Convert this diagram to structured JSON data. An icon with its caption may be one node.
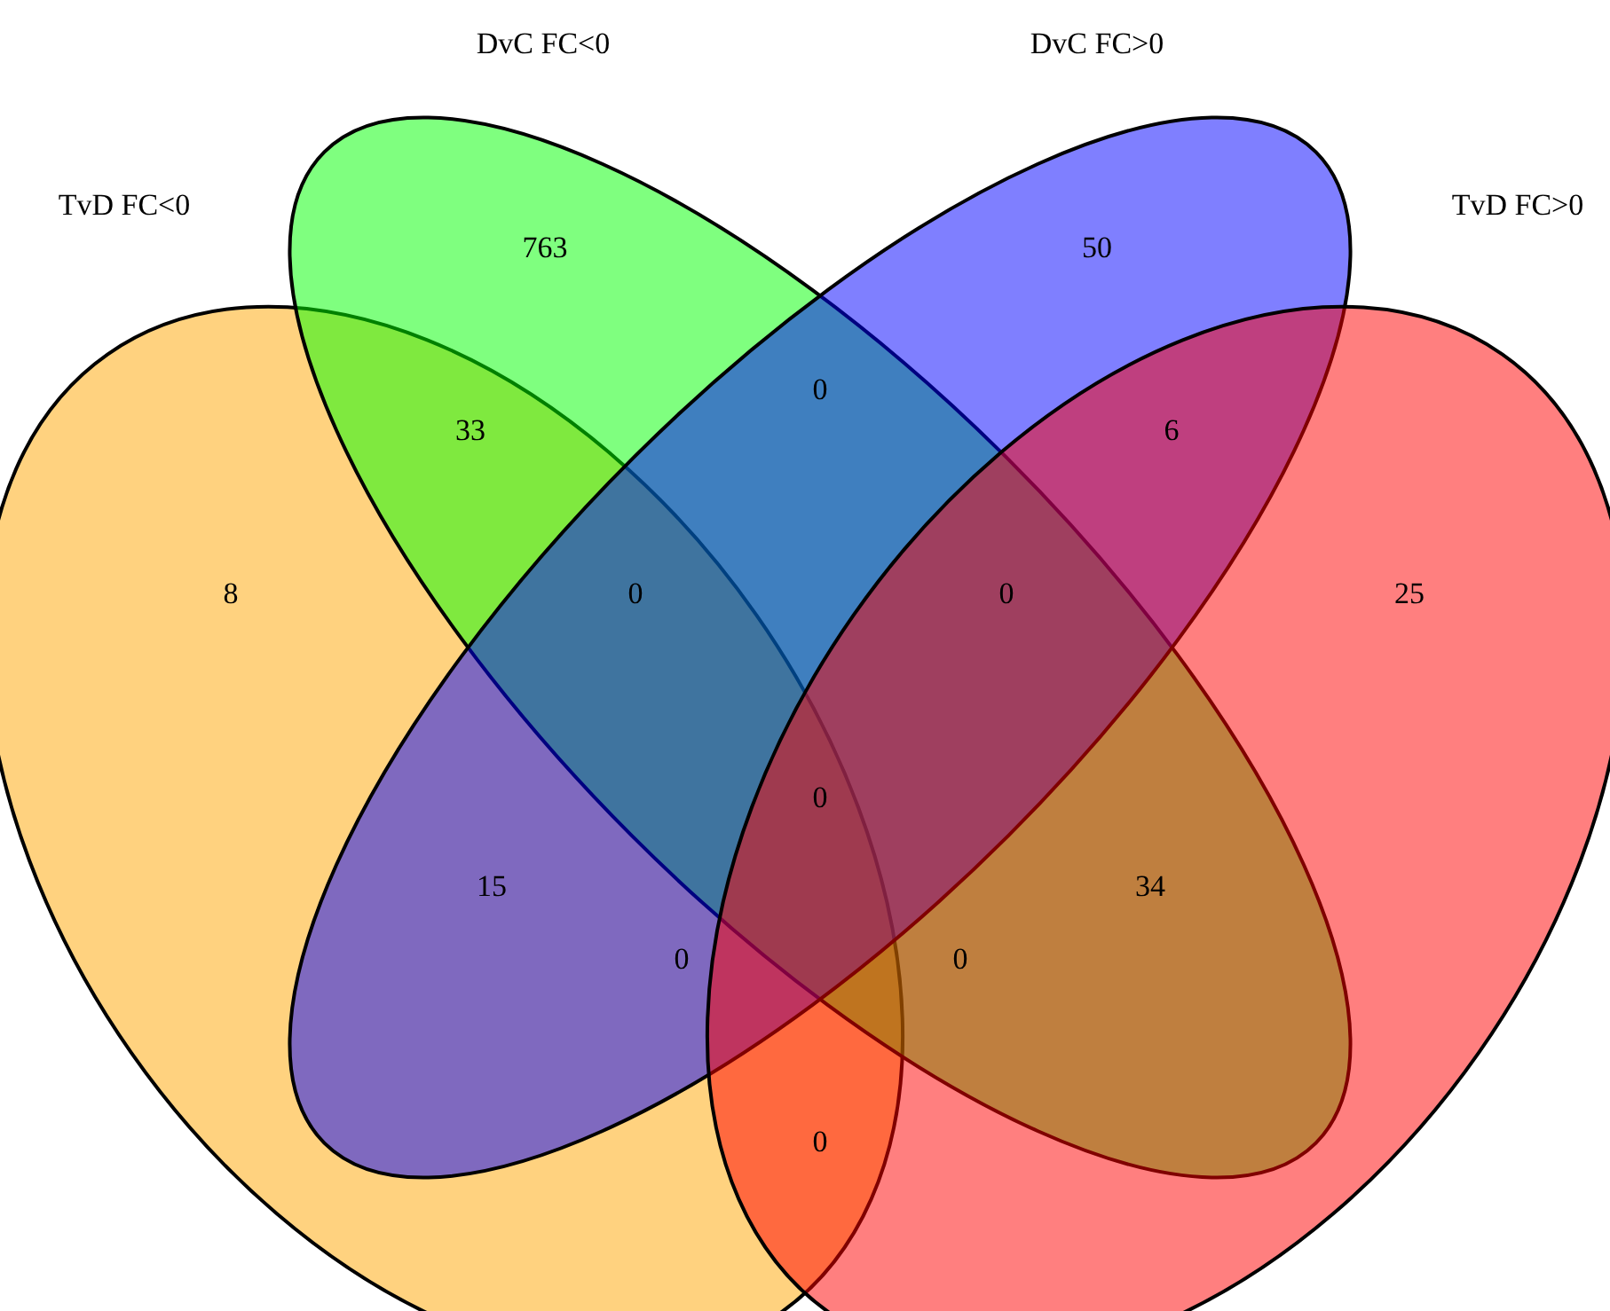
{
  "diagram": {
    "nodes": [
      {
        "text": [
          "TvD FC<0"
        ]
      },
      {
        "text": [
          "DvC FC<0"
        ]
      },
      {
        "text": [
          "DvC FC>0"
        ]
      },
      {
        "text": [
          "TvD FC>0"
        ]
      }
    ],
    "edges": [],
    "labels": [
      "763",
      "50",
      "0",
      "33",
      "6",
      "8",
      "0",
      "0",
      "25",
      "0",
      "15",
      "34",
      "0",
      "0",
      "0"
    ]
  }
}
